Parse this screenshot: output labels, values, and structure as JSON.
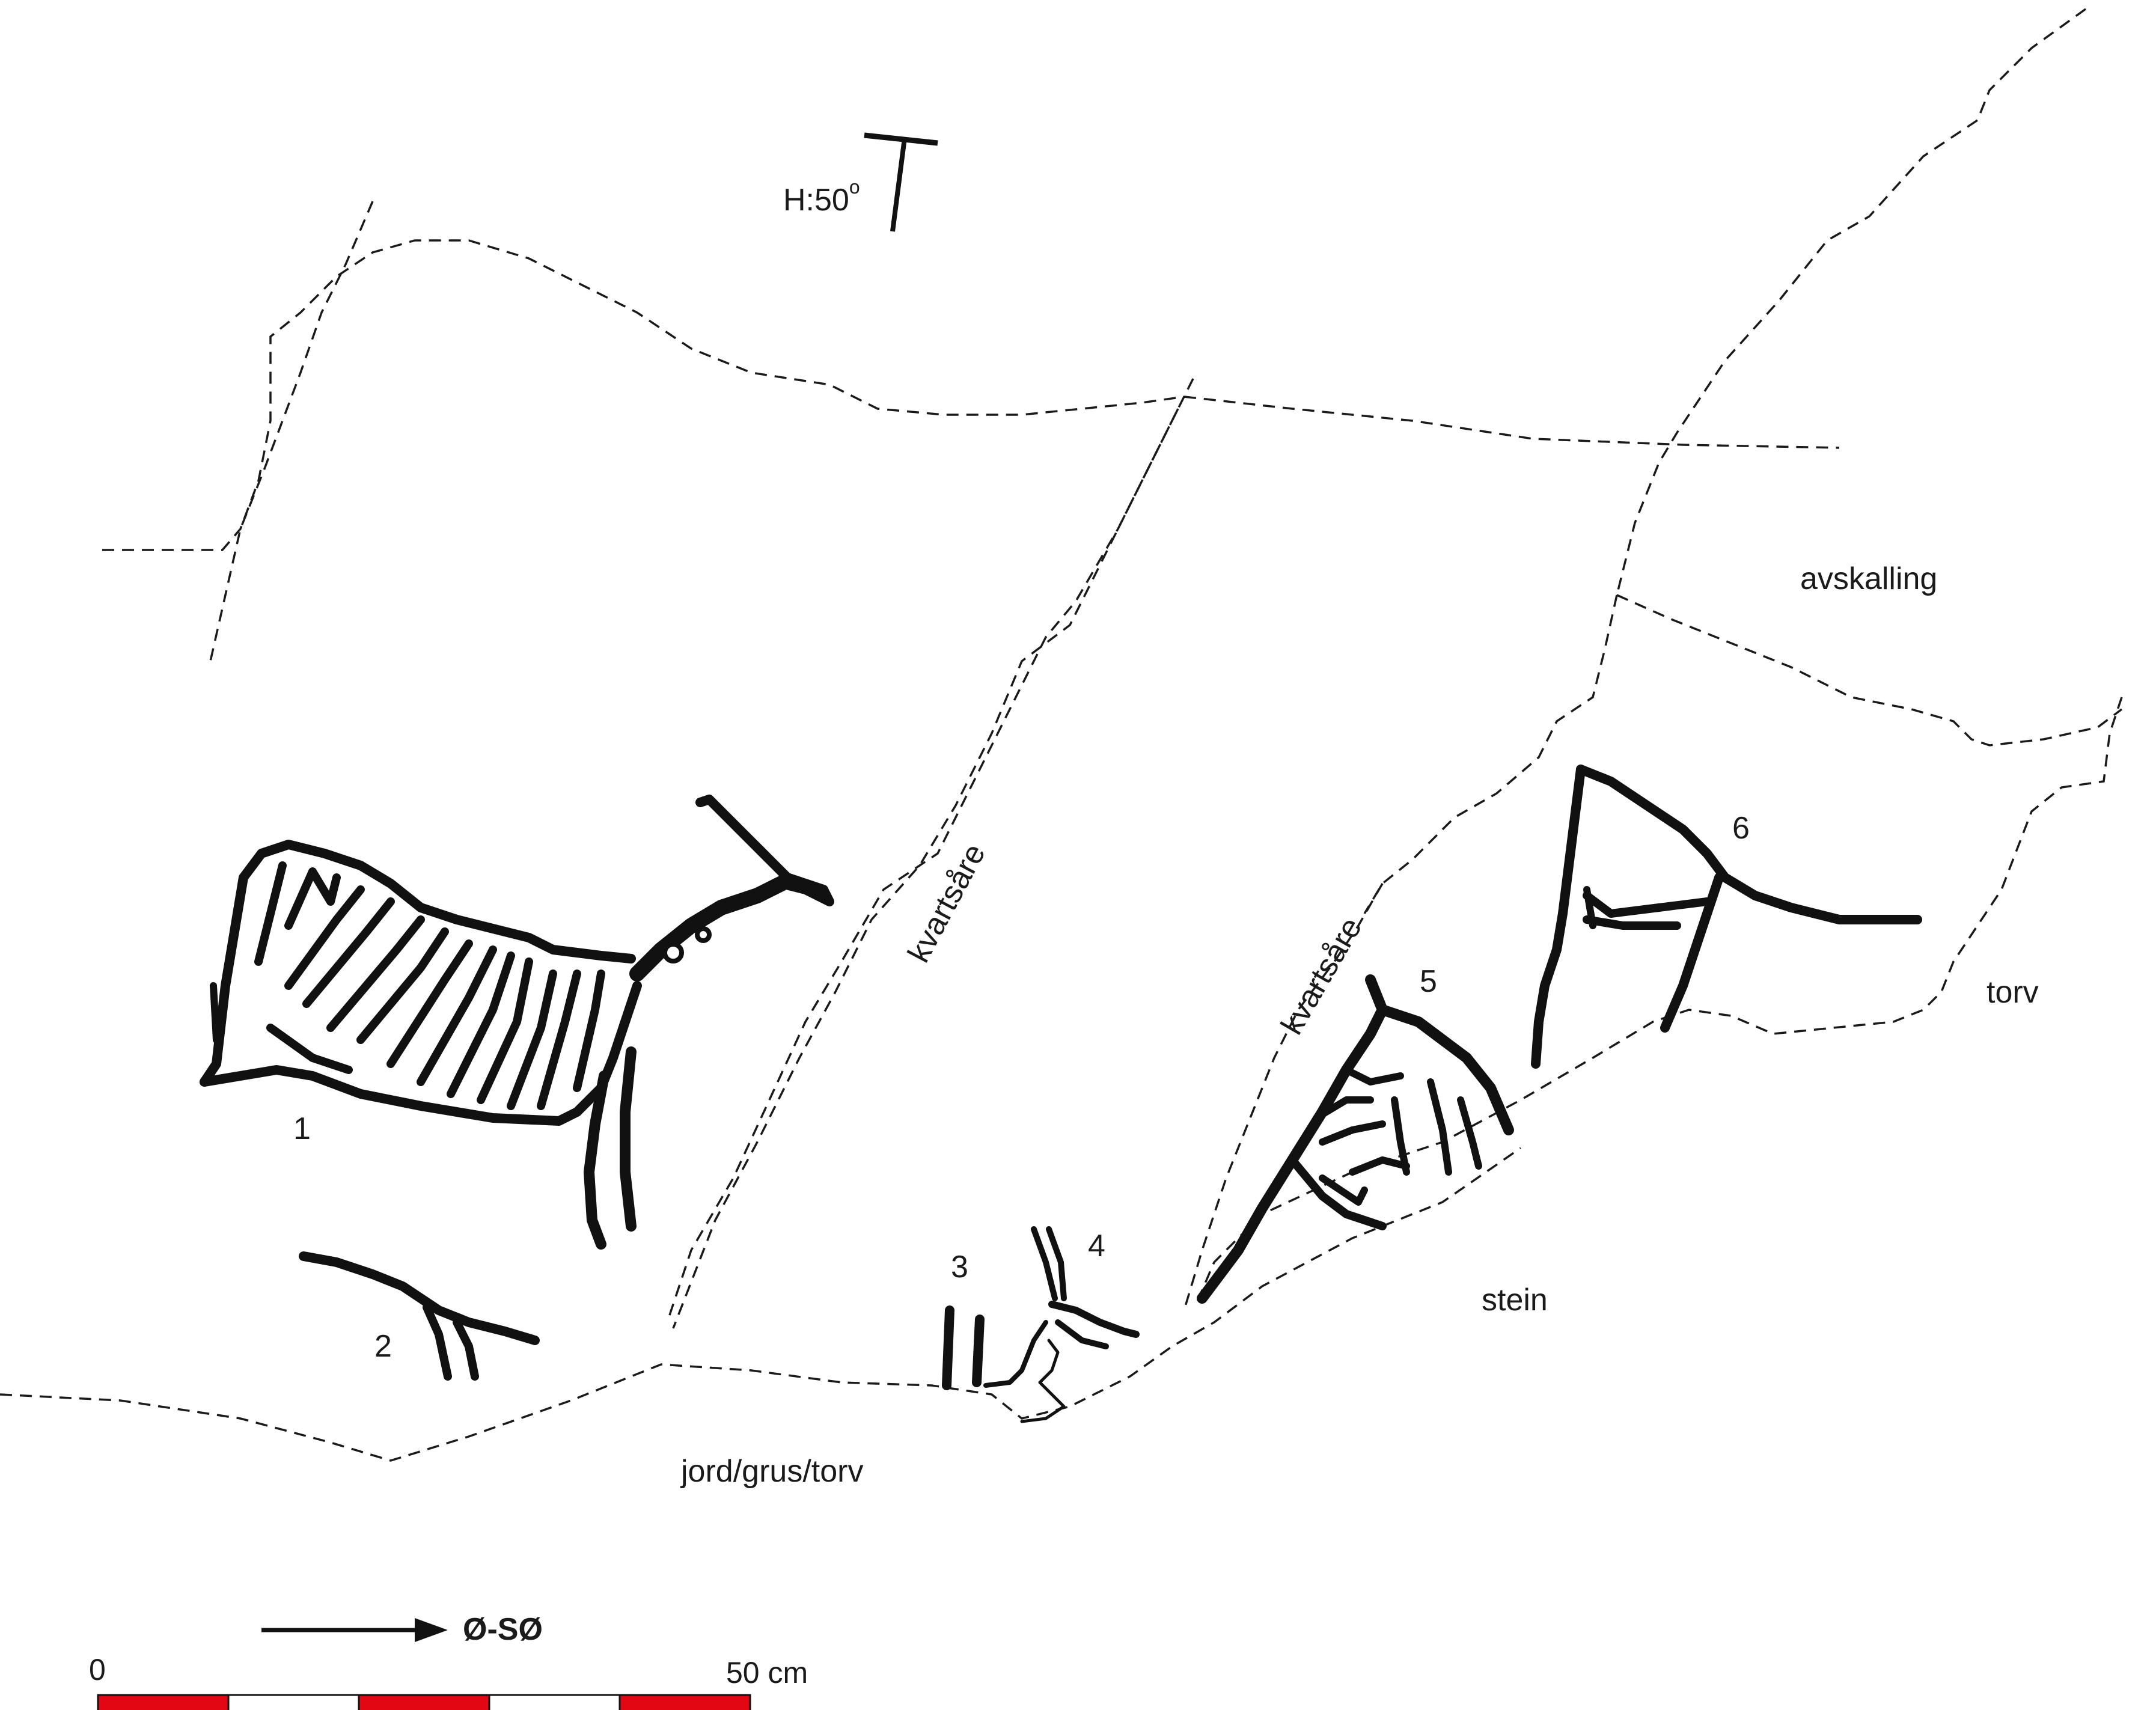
{
  "orientation": {
    "label": "H:50",
    "degree_mark": "o"
  },
  "surface_labels": {
    "flaking": "avskalling",
    "peat_right": "torv",
    "rock": "stein",
    "ground": "jord/grus/torv",
    "quartz_vein_1": "kvartsåre",
    "quartz_vein_2": "kvartsåre"
  },
  "figures": [
    {
      "number": "1"
    },
    {
      "number": "2"
    },
    {
      "number": "3"
    },
    {
      "number": "4"
    },
    {
      "number": "5"
    },
    {
      "number": "6"
    }
  ],
  "direction": {
    "label": "Ø-SØ"
  },
  "scale_bar": {
    "start_label": "0",
    "end_label": "50 cm",
    "segments": [
      "#e30613",
      "#ffffff",
      "#e30613",
      "#ffffff",
      "#e30613"
    ]
  },
  "colors": {
    "ink": "#111111",
    "scale_red": "#e30613"
  }
}
